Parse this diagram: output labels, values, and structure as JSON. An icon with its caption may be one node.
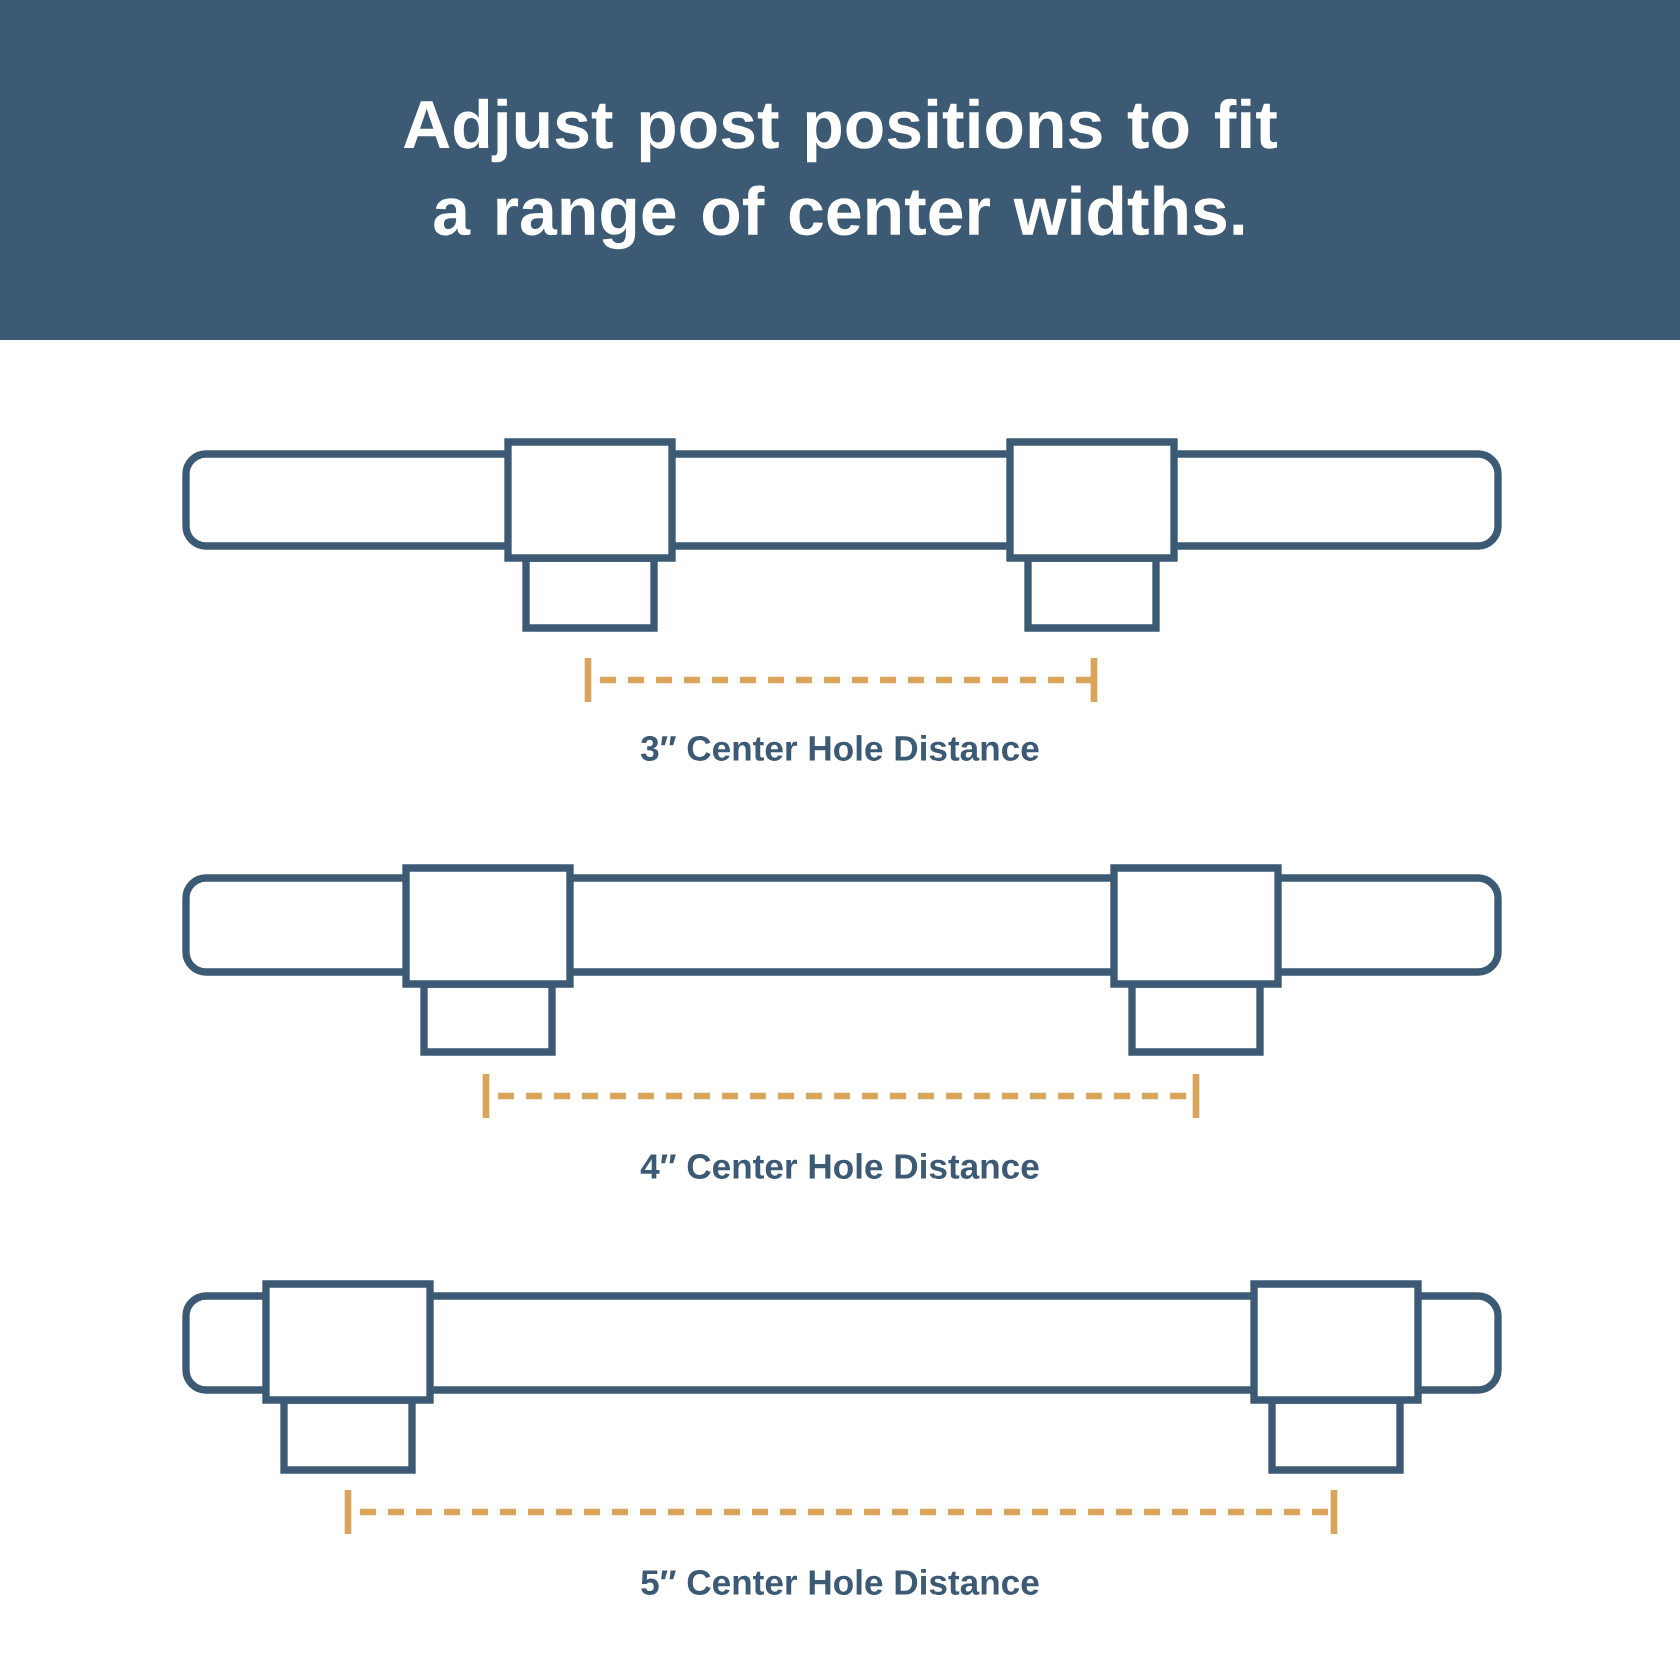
{
  "diagram": {
    "title": "Adjust post positions to fit a range of center widths.",
    "labels": [
      "3″ Center Hole Distance",
      "4″ Center Hole Distance",
      "5″ Center Hole Distance"
    ]
  }
}
